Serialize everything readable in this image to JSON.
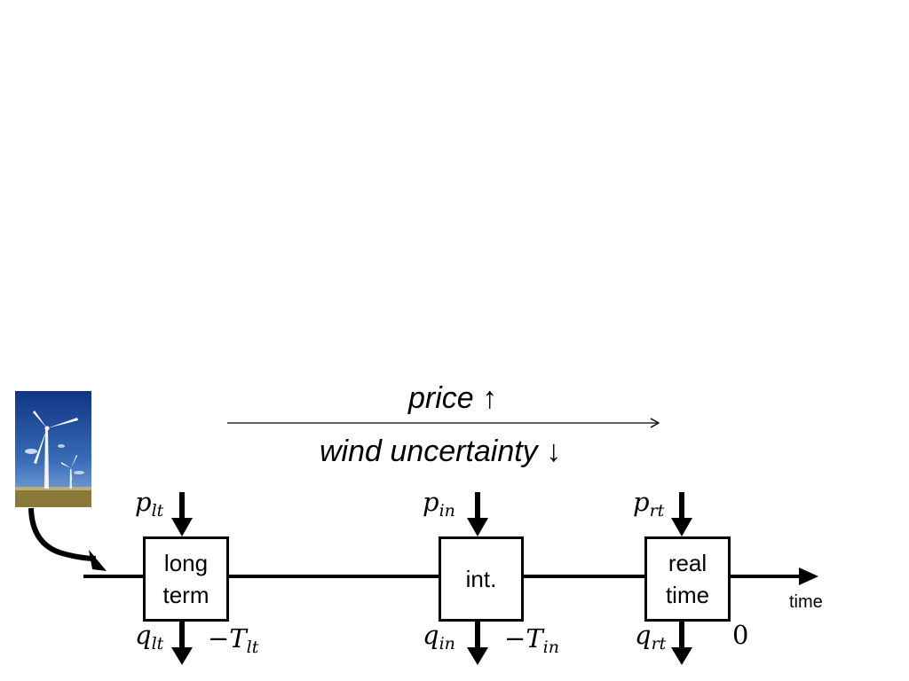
{
  "trend": {
    "upper_word": "price",
    "upper_symbol": "↑",
    "lower_word": "wind uncertainty",
    "lower_symbol": "↓"
  },
  "axis_label": "time",
  "markets": [
    {
      "label_line1": "long",
      "label_line2": "term",
      "price_var": "p",
      "price_sub": "lt",
      "quantity_var": "q",
      "quantity_sub": "lt",
      "time_sign": "−",
      "time_var": "T",
      "time_sub": "lt"
    },
    {
      "label_line1": "int.",
      "label_line2": "",
      "price_var": "p",
      "price_sub": "in",
      "quantity_var": "q",
      "quantity_sub": "in",
      "time_sign": "−",
      "time_var": "T",
      "time_sub": "in"
    },
    {
      "label_line1": "real",
      "label_line2": "time",
      "price_var": "p",
      "price_sub": "rt",
      "quantity_var": "q",
      "quantity_sub": "rt",
      "time_value": "0"
    }
  ],
  "colors": {
    "sky_top": "#123a8a",
    "sky_bottom": "#6f9fd6",
    "ground": "#8a7a3a",
    "line": "#000000"
  },
  "icons": {
    "photo": "wind-turbine-photo"
  }
}
